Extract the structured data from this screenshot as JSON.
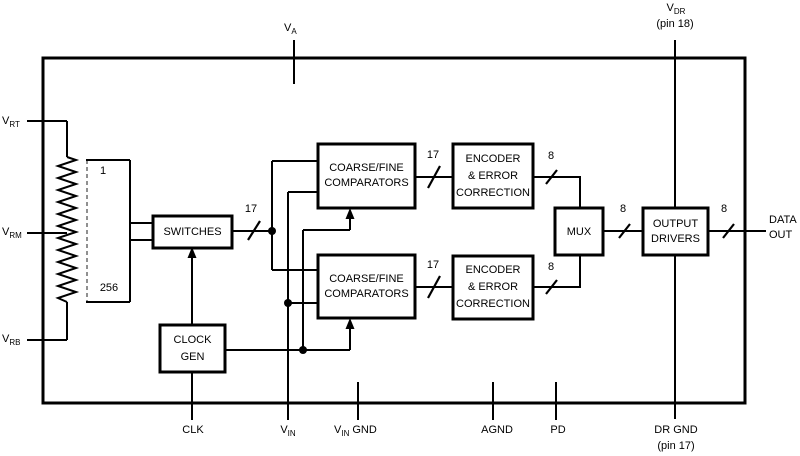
{
  "blocks": {
    "switches": {
      "label": "SWITCHES"
    },
    "clock_gen": {
      "line1": "CLOCK",
      "line2": "GEN"
    },
    "comparators_top": {
      "line1": "COARSE/FINE",
      "line2": "COMPARATORS"
    },
    "comparators_bottom": {
      "line1": "COARSE/FINE",
      "line2": "COMPARATORS"
    },
    "encoder_top": {
      "line1": "ENCODER",
      "line2": "& ERROR",
      "line3": "CORRECTION"
    },
    "encoder_bottom": {
      "line1": "ENCODER",
      "line2": "& ERROR",
      "line3": "CORRECTION"
    },
    "mux": {
      "label": "MUX"
    },
    "output_drivers": {
      "line1": "OUTPUT",
      "line2": "DRIVERS"
    }
  },
  "ladder": {
    "tap_first": "1",
    "tap_last": "256"
  },
  "buses": {
    "switches_out": "17",
    "comparators_top_out": "17",
    "comparators_bottom_out": "17",
    "encoder_top_out": "8",
    "encoder_bottom_out": "8",
    "mux_out": "8",
    "data_out": "8"
  },
  "pins": {
    "va": {
      "main": "V",
      "sub": "A"
    },
    "vdr": {
      "main": "V",
      "sub": "DR",
      "note": "(pin 18)"
    },
    "vrt": {
      "main": "V",
      "sub": "RT"
    },
    "vrm": {
      "main": "V",
      "sub": "RM"
    },
    "vrb": {
      "main": "V",
      "sub": "RB"
    },
    "clk": {
      "label": "CLK"
    },
    "vin": {
      "main": "V",
      "sub": "IN"
    },
    "vin_gnd": {
      "main": "V",
      "sub": "IN",
      "rest": "GND"
    },
    "agnd": {
      "label": "AGND"
    },
    "pd": {
      "label": "PD"
    },
    "dr_gnd": {
      "label": "DR GND",
      "note": "(pin 17)"
    }
  },
  "output": {
    "line1": "DATA",
    "line2": "OUT"
  },
  "colors": {
    "line": "#000000",
    "background": "#ffffff",
    "dashed_tap_line": "#909090"
  }
}
